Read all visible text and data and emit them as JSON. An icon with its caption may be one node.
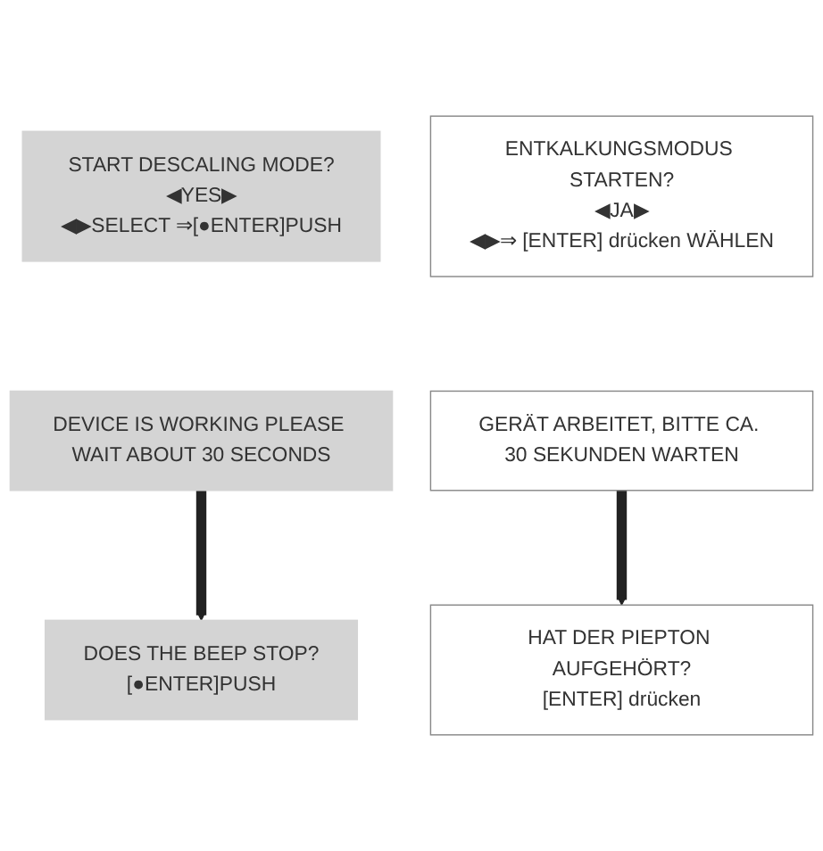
{
  "diagram": {
    "nodes": [
      {
        "text": [
          "START DESCALING MODE?",
          "◀YES▶",
          "◀▶SELECT ⇒[●ENTER]PUSH"
        ]
      },
      {
        "text": [
          "ENTKALKUNGSMODUS STARTEN?",
          "◀JA▶",
          "◀▶⇒ [ENTER] drücken WÄHLEN"
        ]
      },
      {
        "text": [
          "DEVICE IS WORKING PLEASE WAIT ABOUT 30 SECONDS"
        ]
      },
      {
        "text": [
          "GERÄT ARBEITET, BITTE CA. 30 SEKUNDEN WARTEN"
        ]
      },
      {
        "text": [
          "DOES THE BEEP STOP?",
          "[●ENTER]PUSH"
        ]
      },
      {
        "text": [
          "HAT DER PIEPTON AUFGEHÖRT?",
          "[ENTER] drücken"
        ]
      }
    ],
    "edges": [
      {
        "from": 2,
        "to": 4,
        "arrow": "to"
      },
      {
        "from": 3,
        "to": 5,
        "arrow": "to"
      }
    ]
  }
}
